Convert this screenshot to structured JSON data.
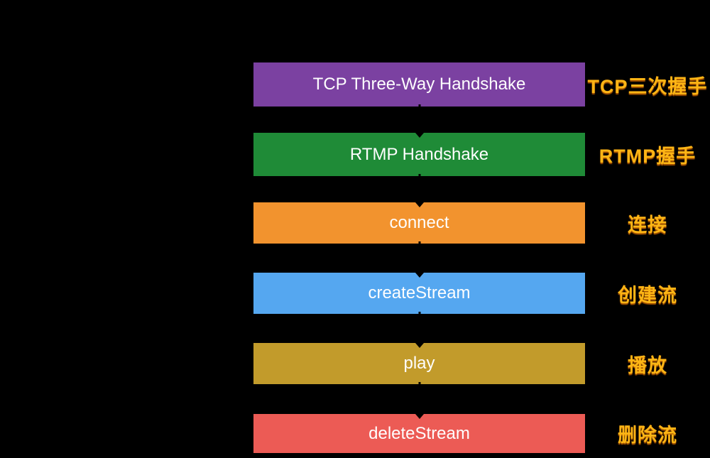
{
  "diagram": {
    "background_color": "#000000",
    "arrow_color": "#000000",
    "box_text_color": "#FEFEFE",
    "side_label_color": "#FDB515",
    "steps": [
      {
        "id": "tcp-three-way-handshake",
        "box_label": "TCP Three-Way Handshake",
        "side_label": "TCP三次握手",
        "color": "#7B41A1"
      },
      {
        "id": "rtmp-handshake",
        "box_label": "RTMP Handshake",
        "side_label": "RTMP握手",
        "color": "#1F8B37"
      },
      {
        "id": "connect",
        "box_label": "connect",
        "side_label": "连接",
        "color": "#F2932E"
      },
      {
        "id": "create-stream",
        "box_label": "createStream",
        "side_label": "创建流",
        "color": "#55A7F0"
      },
      {
        "id": "play",
        "box_label": "play",
        "side_label": "播放",
        "color": "#C29B2B"
      },
      {
        "id": "delete-stream",
        "box_label": "deleteStream",
        "side_label": "删除流",
        "color": "#EC5B55"
      }
    ]
  }
}
